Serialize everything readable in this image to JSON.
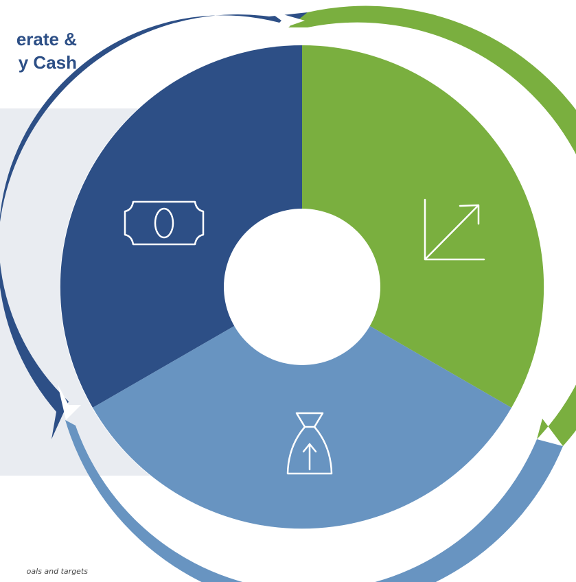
{
  "headline": {
    "line1": "erate &",
    "line2": "y Cash"
  },
  "footnote": "oals and targets",
  "colors": {
    "dark_blue": "#2d4f86",
    "green": "#7aaf3f",
    "light_blue": "#6894c1",
    "panel": "#e9ecf1",
    "white": "#ffffff"
  },
  "segments": [
    {
      "name": "cash",
      "icon": "banknote-icon",
      "color": "#2d4f86"
    },
    {
      "name": "growth",
      "icon": "growth-arrow-icon",
      "color": "#7aaf3f"
    },
    {
      "name": "capital",
      "icon": "money-bag-up-icon",
      "color": "#6894c1"
    }
  ]
}
